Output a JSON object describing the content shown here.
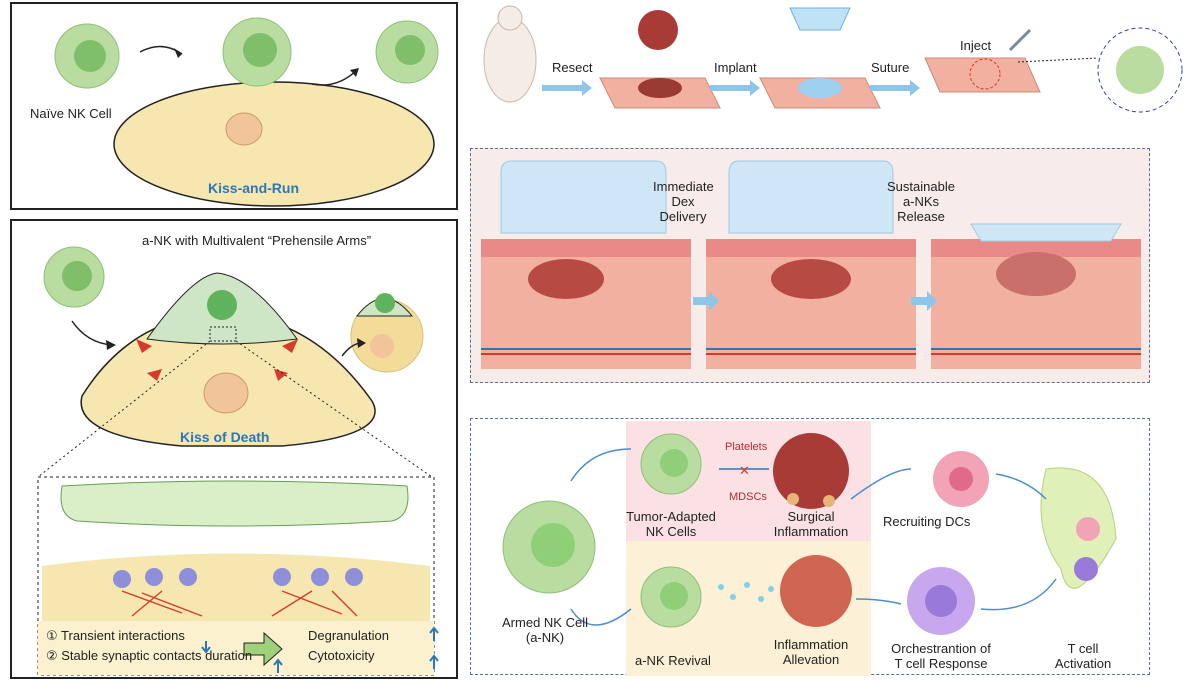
{
  "panel_a": {
    "naive_label": "Naïve NK Cell",
    "kiss_run_label": "Kiss-and-Run"
  },
  "panel_b": {
    "title": "a-NK with Multivalent “Prehensile Arms”",
    "kiss_death_label": "Kiss of Death",
    "item1": "① Transient interactions",
    "item2": "② Stable synaptic contacts duration",
    "out1": "Degranulation",
    "out2": "Cytotoxicity"
  },
  "workflow": {
    "resect": "Resect",
    "implant": "Implant",
    "suture": "Suture",
    "inject": "Inject"
  },
  "tissue": {
    "immediate_1": "Immediate",
    "immediate_2": "Dex",
    "immediate_3": "Delivery",
    "sustain_1": "Sustainable",
    "sustain_2": "a-NKs",
    "sustain_3": "Release"
  },
  "mechanism": {
    "platelets": "Platelets",
    "mdscs": "MDSCs",
    "tumor_adapted_1": "Tumor-Adapted",
    "tumor_adapted_2": "NK Cells",
    "surgical_1": "Surgical",
    "surgical_2": "Inflammation",
    "recruiting": "Recruiting DCs",
    "armed_1": "Armed NK Cell",
    "armed_2": "(a-NK)",
    "revival": "a-NK Revival",
    "allev_1": "Inflammation",
    "allev_2": "Allevation",
    "orch_1": "Orchestrantion of",
    "orch_2": "T cell Response",
    "tcell_1": "T cell",
    "tcell_2": "Activation"
  },
  "colors": {
    "nk_green": "#b9dca0",
    "tumor_yellow": "#f6e6b0",
    "skin_pink": "#f2b0a0",
    "gel_blue": "#cfe6f7",
    "accent_blue": "#2a78b8",
    "arrow_red": "#d93a2b"
  }
}
